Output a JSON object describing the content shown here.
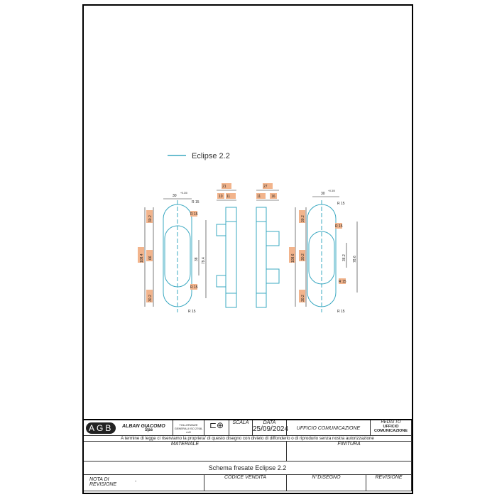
{
  "legend": {
    "label": "Eclipse 2.2",
    "color": "#3aa8c1"
  },
  "colors": {
    "line": "#3aa8c1",
    "dim": "#222222",
    "tag": "#f2b48c"
  },
  "left_part": {
    "width": "30",
    "width_tol": "+0.3/0",
    "r_top": "R 15",
    "r_inner_top": "R 15",
    "r_inner_bottom": "R 15",
    "r_bottom": "R 15",
    "h_top": "30.2",
    "h_total": "108.4",
    "h_mid": "66",
    "h_bottom": "30.2",
    "tol": "+0.3/0",
    "inner": "38",
    "outer": "79.4"
  },
  "side_a": {
    "total": "21",
    "total_tol": "+0.3/0",
    "a": "10",
    "b": "11",
    "b_tol": "+0.3/0"
  },
  "side_b": {
    "total": "27",
    "total_tol": "+0.3/0",
    "a": "11",
    "a_tol": "+0.3/0",
    "b": "16"
  },
  "right_part": {
    "width": "30",
    "width_tol": "+0.3/0",
    "r_top": "R 15",
    "r_inner_top": "R 15",
    "r_inner_bottom": "R 15",
    "r_bottom": "R 15",
    "h_top": "30.2",
    "h_total": "108.6",
    "h_mid": "30.2",
    "h_bottom": "30.2",
    "tol": "+0.3/0",
    "inner": "36.2",
    "outer": "78.6"
  },
  "title_block": {
    "logo": "AGB",
    "company": "ALBAN GIACOMO",
    "company_sub": "Spa",
    "tolerances": "TOLLERANZE GENERALI ISO 2768-mH",
    "scale_label": "SCALA",
    "date_label": "DATA",
    "date": "25/09/2024",
    "office": "UFFICIO COMUNICAZIONE",
    "drafted_label": "REDATTO",
    "drafted_by": "UFFICIO COMUNICAZIONE",
    "notice": "A termine di legge ci riserviamo la proprieta' di questo disegno con divieto di diffonderlo o di riprodurlo senza nostra autorizzazione",
    "material_label": "MATERIALE",
    "finish_label": "FINITURA",
    "title": "Schema fresate Eclipse 2.2",
    "revision_note_label": "NOTA DI REVISIONE",
    "revision_note": "-",
    "sales_code_label": "CODICE VENDITA",
    "drawing_no_label": "N°DISEGNO",
    "revision_label": "REVISIONE"
  }
}
